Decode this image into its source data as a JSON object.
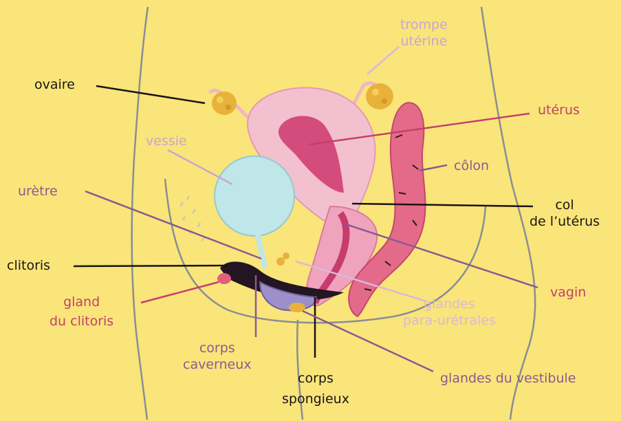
{
  "colors": {
    "background": "#f9e57a",
    "label_black": "#1a1414",
    "label_pink": "#c2406a",
    "label_lilac": "#c9a6cf",
    "label_purple": "#8a5a92"
  },
  "labels": {
    "trompe_uterine": [
      "trompe",
      "utérine"
    ],
    "ovaire": "ovaire",
    "uterus": "utérus",
    "vessie": "vessie",
    "colon": "côlon",
    "uretre": "urètre",
    "col_uterus": [
      "col",
      "de l’utérus"
    ],
    "clitoris": "clitoris",
    "gland_clitoris": [
      "gland",
      "du clitoris"
    ],
    "vagin": "vagin",
    "glandes_para_uretrales": [
      "glandes",
      "para-urétrales"
    ],
    "corps_caverneux": [
      "corps",
      "caverneux"
    ],
    "corps_spongieux": [
      "corps",
      "spongieux"
    ],
    "glandes_vestibule": "glandes du vestibule"
  }
}
